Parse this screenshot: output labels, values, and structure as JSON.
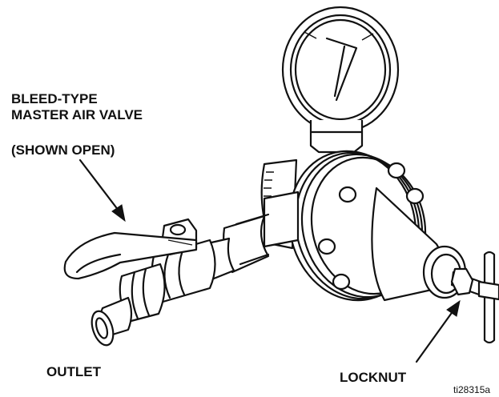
{
  "labels": {
    "valve_line1": "BLEED-TYPE",
    "valve_line2": "MASTER AIR VALVE",
    "shown_open": "(SHOWN OPEN)",
    "outlet": "OUTLET",
    "locknut": "LOCKNUT"
  },
  "figure_id": "ti28315a",
  "colors": {
    "ink": "#111111",
    "paper": "#ffffff"
  }
}
